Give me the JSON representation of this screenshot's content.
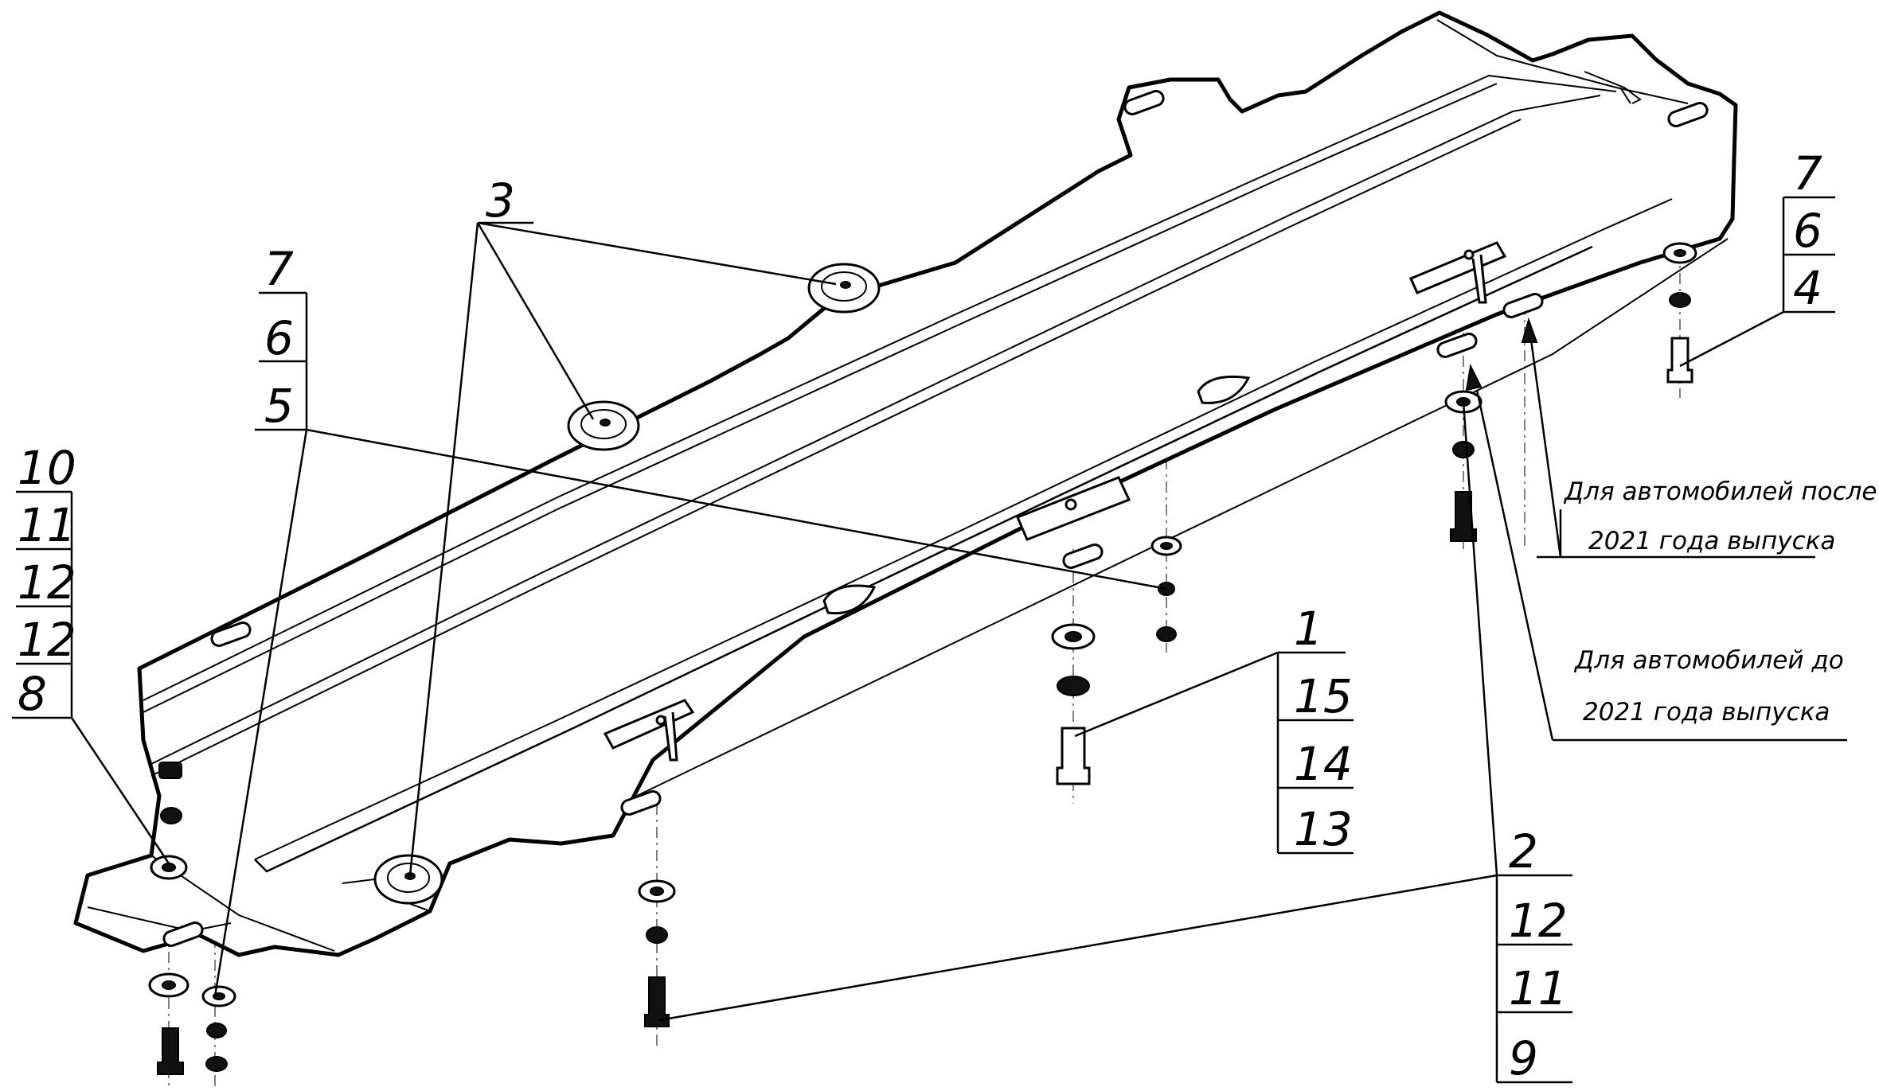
{
  "callouts": {
    "top_center": [
      "3"
    ],
    "left_upper": [
      "7",
      "6",
      "5"
    ],
    "left_lower": [
      "10",
      "11",
      "12",
      "12",
      "8"
    ],
    "center": [
      "1",
      "15",
      "14",
      "13"
    ],
    "bottom_right": [
      "2",
      "12",
      "11",
      "9"
    ],
    "right": [
      "7",
      "6",
      "4"
    ]
  },
  "notes": {
    "after_2021": [
      "Для автомобилей после",
      "2021 года выпуска"
    ],
    "before_2021": [
      "Для автомобилей до",
      "2021 года выпуска"
    ]
  },
  "colors": {
    "line": "#000000",
    "background": "#ffffff"
  }
}
